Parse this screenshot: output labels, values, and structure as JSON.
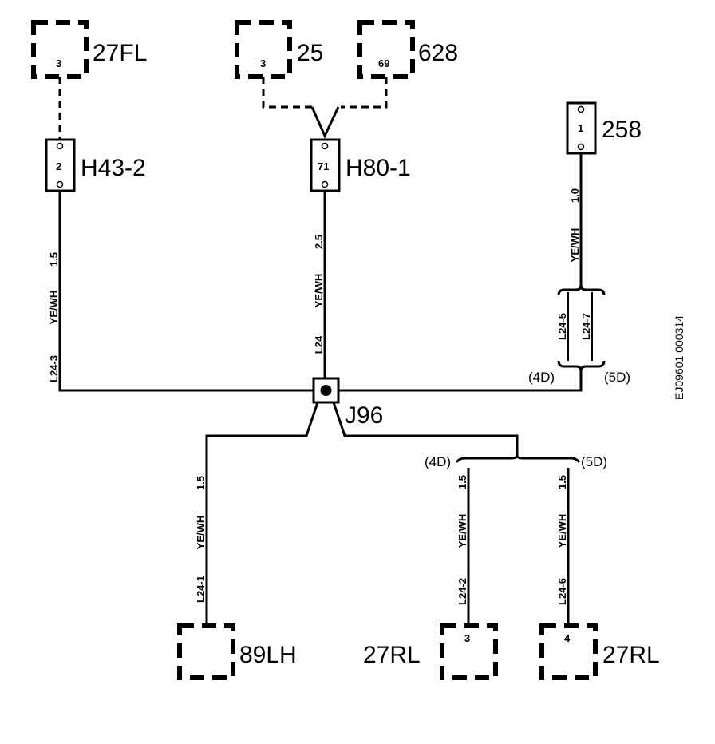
{
  "components": {
    "c27fl": {
      "name": "27FL",
      "pin": "3"
    },
    "c25": {
      "name": "25",
      "pin": "3"
    },
    "c628": {
      "name": "628",
      "pin": "69"
    },
    "c258": {
      "name": "258",
      "pin": "1"
    },
    "h43": {
      "name": "H43-2",
      "pin": "2"
    },
    "h80": {
      "name": "H80-1",
      "pin": "71"
    },
    "j96": {
      "name": "J96"
    },
    "c89lh": {
      "name": "89LH"
    },
    "c27rl_a": {
      "name": "27RL",
      "pin": "3"
    },
    "c27rl_b": {
      "name": "27RL",
      "pin": "4"
    }
  },
  "wires": {
    "left": {
      "size": "1.5",
      "color": "YE/WH",
      "id": "L24-3"
    },
    "center": {
      "size": "2.5",
      "color": "YE/WH",
      "id": "L24"
    },
    "right": {
      "size": "1.0",
      "color": "YE/WH",
      "id_a": "L24-5",
      "id_b": "L24-7",
      "opt_a": "(4D)",
      "opt_b": "(5D)"
    },
    "lower_left": {
      "size": "1.5",
      "color": "YE/WH",
      "id": "L24-1"
    },
    "lower_mid": {
      "size": "1.5",
      "color": "YE/WH",
      "id": "L24-2",
      "opt": "(4D)"
    },
    "lower_right": {
      "size": "1.5",
      "color": "YE/WH",
      "id": "L24-6",
      "opt": "(5D)"
    }
  },
  "reference": "EJ09601 000314"
}
